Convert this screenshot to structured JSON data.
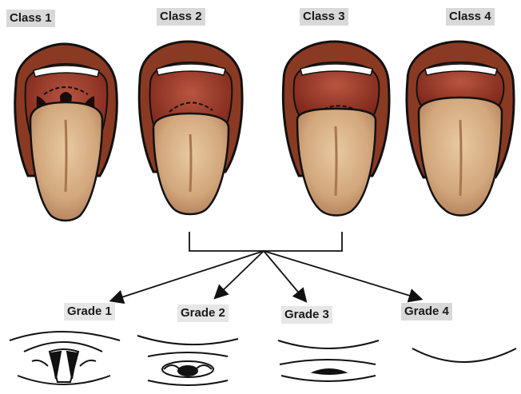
{
  "classes": [
    {
      "label": "Class 1"
    },
    {
      "label": "Class 2"
    },
    {
      "label": "Class 3"
    },
    {
      "label": "Class 4"
    }
  ],
  "grades": [
    {
      "label": "Grade 1"
    },
    {
      "label": "Grade 2"
    },
    {
      "label": "Grade 3"
    },
    {
      "label": "Grade 4"
    }
  ],
  "colors": {
    "lip": "#8a3a22",
    "lip_dark": "#5a2214",
    "cavity": "#a8402c",
    "cavity_dark": "#6e1f16",
    "tongue": "#d9b48c",
    "tongue_shade": "#b98a62",
    "teeth": "#ffffff",
    "outline": "#111111",
    "label_bg": "#d9d9d9"
  }
}
